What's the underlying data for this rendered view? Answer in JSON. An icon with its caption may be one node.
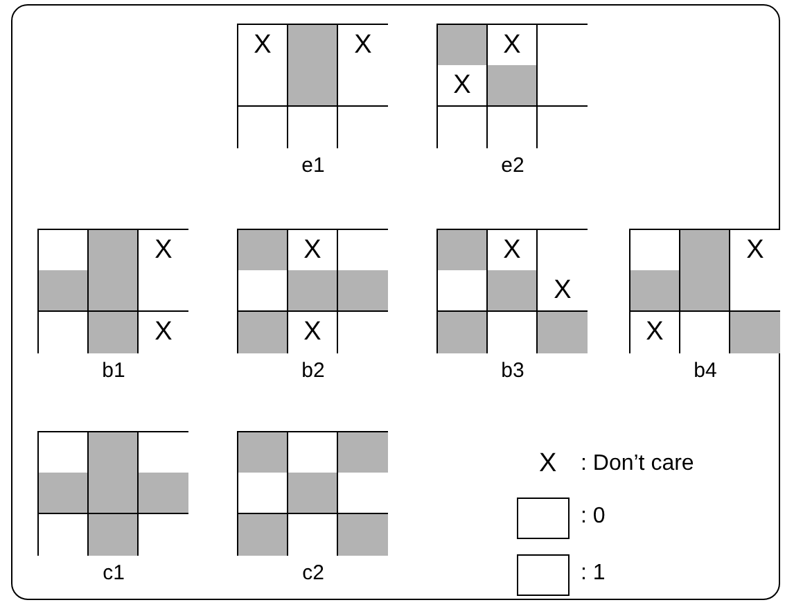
{
  "diagram": {
    "nodes": [
      {
        "text": [
          "e1"
        ]
      },
      {
        "text": [
          "X"
        ],
        "in": 0
      },
      {
        "text": [],
        "shape": "box",
        "in": 0
      },
      {
        "text": [
          "X"
        ],
        "in": 0
      },
      {
        "text": [],
        "shape": "box",
        "in": 0
      },
      {
        "text": [],
        "shape": "box",
        "in": 0
      },
      {
        "text": [],
        "shape": "box",
        "in": 0
      },
      {
        "text": [],
        "shape": "box",
        "in": 0
      },
      {
        "text": [],
        "shape": "box",
        "in": 0
      },
      {
        "text": [],
        "shape": "box",
        "in": 0
      },
      {
        "text": [
          "e2"
        ]
      },
      {
        "text": [],
        "shape": "box",
        "in": 10
      },
      {
        "text": [
          "X"
        ],
        "in": 10
      },
      {
        "text": [],
        "shape": "box",
        "in": 10
      },
      {
        "text": [
          "X"
        ],
        "in": 10
      },
      {
        "text": [],
        "shape": "box",
        "in": 10
      },
      {
        "text": [],
        "shape": "box",
        "in": 10
      },
      {
        "text": [],
        "shape": "box",
        "in": 10
      },
      {
        "text": [],
        "shape": "box",
        "in": 10
      },
      {
        "text": [],
        "shape": "box",
        "in": 10
      },
      {
        "text": [
          "b1"
        ]
      },
      {
        "text": [],
        "shape": "box",
        "in": 20
      },
      {
        "text": [],
        "shape": "box",
        "in": 20
      },
      {
        "text": [
          "X"
        ],
        "in": 20
      },
      {
        "text": [],
        "shape": "box",
        "in": 20
      },
      {
        "text": [],
        "shape": "box",
        "in": 20
      },
      {
        "text": [],
        "shape": "box",
        "in": 20
      },
      {
        "text": [],
        "shape": "box",
        "in": 20
      },
      {
        "text": [],
        "shape": "box",
        "in": 20
      },
      {
        "text": [
          "X"
        ],
        "in": 20
      },
      {
        "text": [
          "b2"
        ]
      },
      {
        "text": [],
        "shape": "box",
        "in": 30
      },
      {
        "text": [
          "X"
        ],
        "in": 30
      },
      {
        "text": [],
        "shape": "box",
        "in": 30
      },
      {
        "text": [],
        "shape": "box",
        "in": 30
      },
      {
        "text": [],
        "shape": "box",
        "in": 30
      },
      {
        "text": [],
        "shape": "box",
        "in": 30
      },
      {
        "text": [],
        "shape": "box",
        "in": 30
      },
      {
        "text": [
          "X"
        ],
        "in": 30
      },
      {
        "text": [],
        "shape": "box",
        "in": 30
      },
      {
        "text": [
          "b3"
        ]
      },
      {
        "text": [],
        "shape": "box",
        "in": 40
      },
      {
        "text": [
          "X"
        ],
        "in": 40
      },
      {
        "text": [],
        "shape": "box",
        "in": 40
      },
      {
        "text": [],
        "shape": "box",
        "in": 40
      },
      {
        "text": [],
        "shape": "box",
        "in": 40
      },
      {
        "text": [
          "X"
        ],
        "in": 40
      },
      {
        "text": [],
        "shape": "box",
        "in": 40
      },
      {
        "text": [],
        "shape": "box",
        "in": 40
      },
      {
        "text": [],
        "shape": "box",
        "in": 40
      },
      {
        "text": [
          "b4"
        ]
      },
      {
        "text": [],
        "shape": "box",
        "in": 50
      },
      {
        "text": [],
        "shape": "box",
        "in": 50
      },
      {
        "text": [
          "X"
        ],
        "in": 50
      },
      {
        "text": [],
        "shape": "box",
        "in": 50
      },
      {
        "text": [],
        "shape": "box",
        "in": 50
      },
      {
        "text": [],
        "shape": "box",
        "in": 50
      },
      {
        "text": [
          "X"
        ],
        "in": 50
      },
      {
        "text": [],
        "shape": "box",
        "in": 50
      },
      {
        "text": [],
        "shape": "box",
        "in": 50
      },
      {
        "text": [
          "c1"
        ]
      },
      {
        "text": [],
        "shape": "box",
        "in": 60
      },
      {
        "text": [],
        "shape": "box",
        "in": 60
      },
      {
        "text": [],
        "shape": "box",
        "in": 60
      },
      {
        "text": [],
        "shape": "box",
        "in": 60
      },
      {
        "text": [],
        "shape": "box",
        "in": 60
      },
      {
        "text": [],
        "shape": "box",
        "in": 60
      },
      {
        "text": [],
        "shape": "box",
        "in": 60
      },
      {
        "text": [],
        "shape": "box",
        "in": 60
      },
      {
        "text": [],
        "shape": "box",
        "in": 60
      },
      {
        "text": [
          "c2"
        ]
      },
      {
        "text": [],
        "shape": "box",
        "in": 70
      },
      {
        "text": [],
        "shape": "box",
        "in": 70
      },
      {
        "text": [],
        "shape": "box",
        "in": 70
      },
      {
        "text": [],
        "shape": "box",
        "in": 70
      },
      {
        "text": [],
        "shape": "box",
        "in": 70
      },
      {
        "text": [],
        "shape": "box",
        "in": 70
      },
      {
        "text": [],
        "shape": "box",
        "in": 70
      },
      {
        "text": [],
        "shape": "box",
        "in": 70
      },
      {
        "text": [],
        "shape": "box",
        "in": 70
      }
    ],
    "labels": [
      "X"
    ],
    "legend": [
      {
        "text": ": Don’t care"
      },
      {
        "text": ": 0",
        "color": "#ffffff"
      },
      {
        "text": ": 1",
        "color": "#ffffff"
      }
    ]
  }
}
